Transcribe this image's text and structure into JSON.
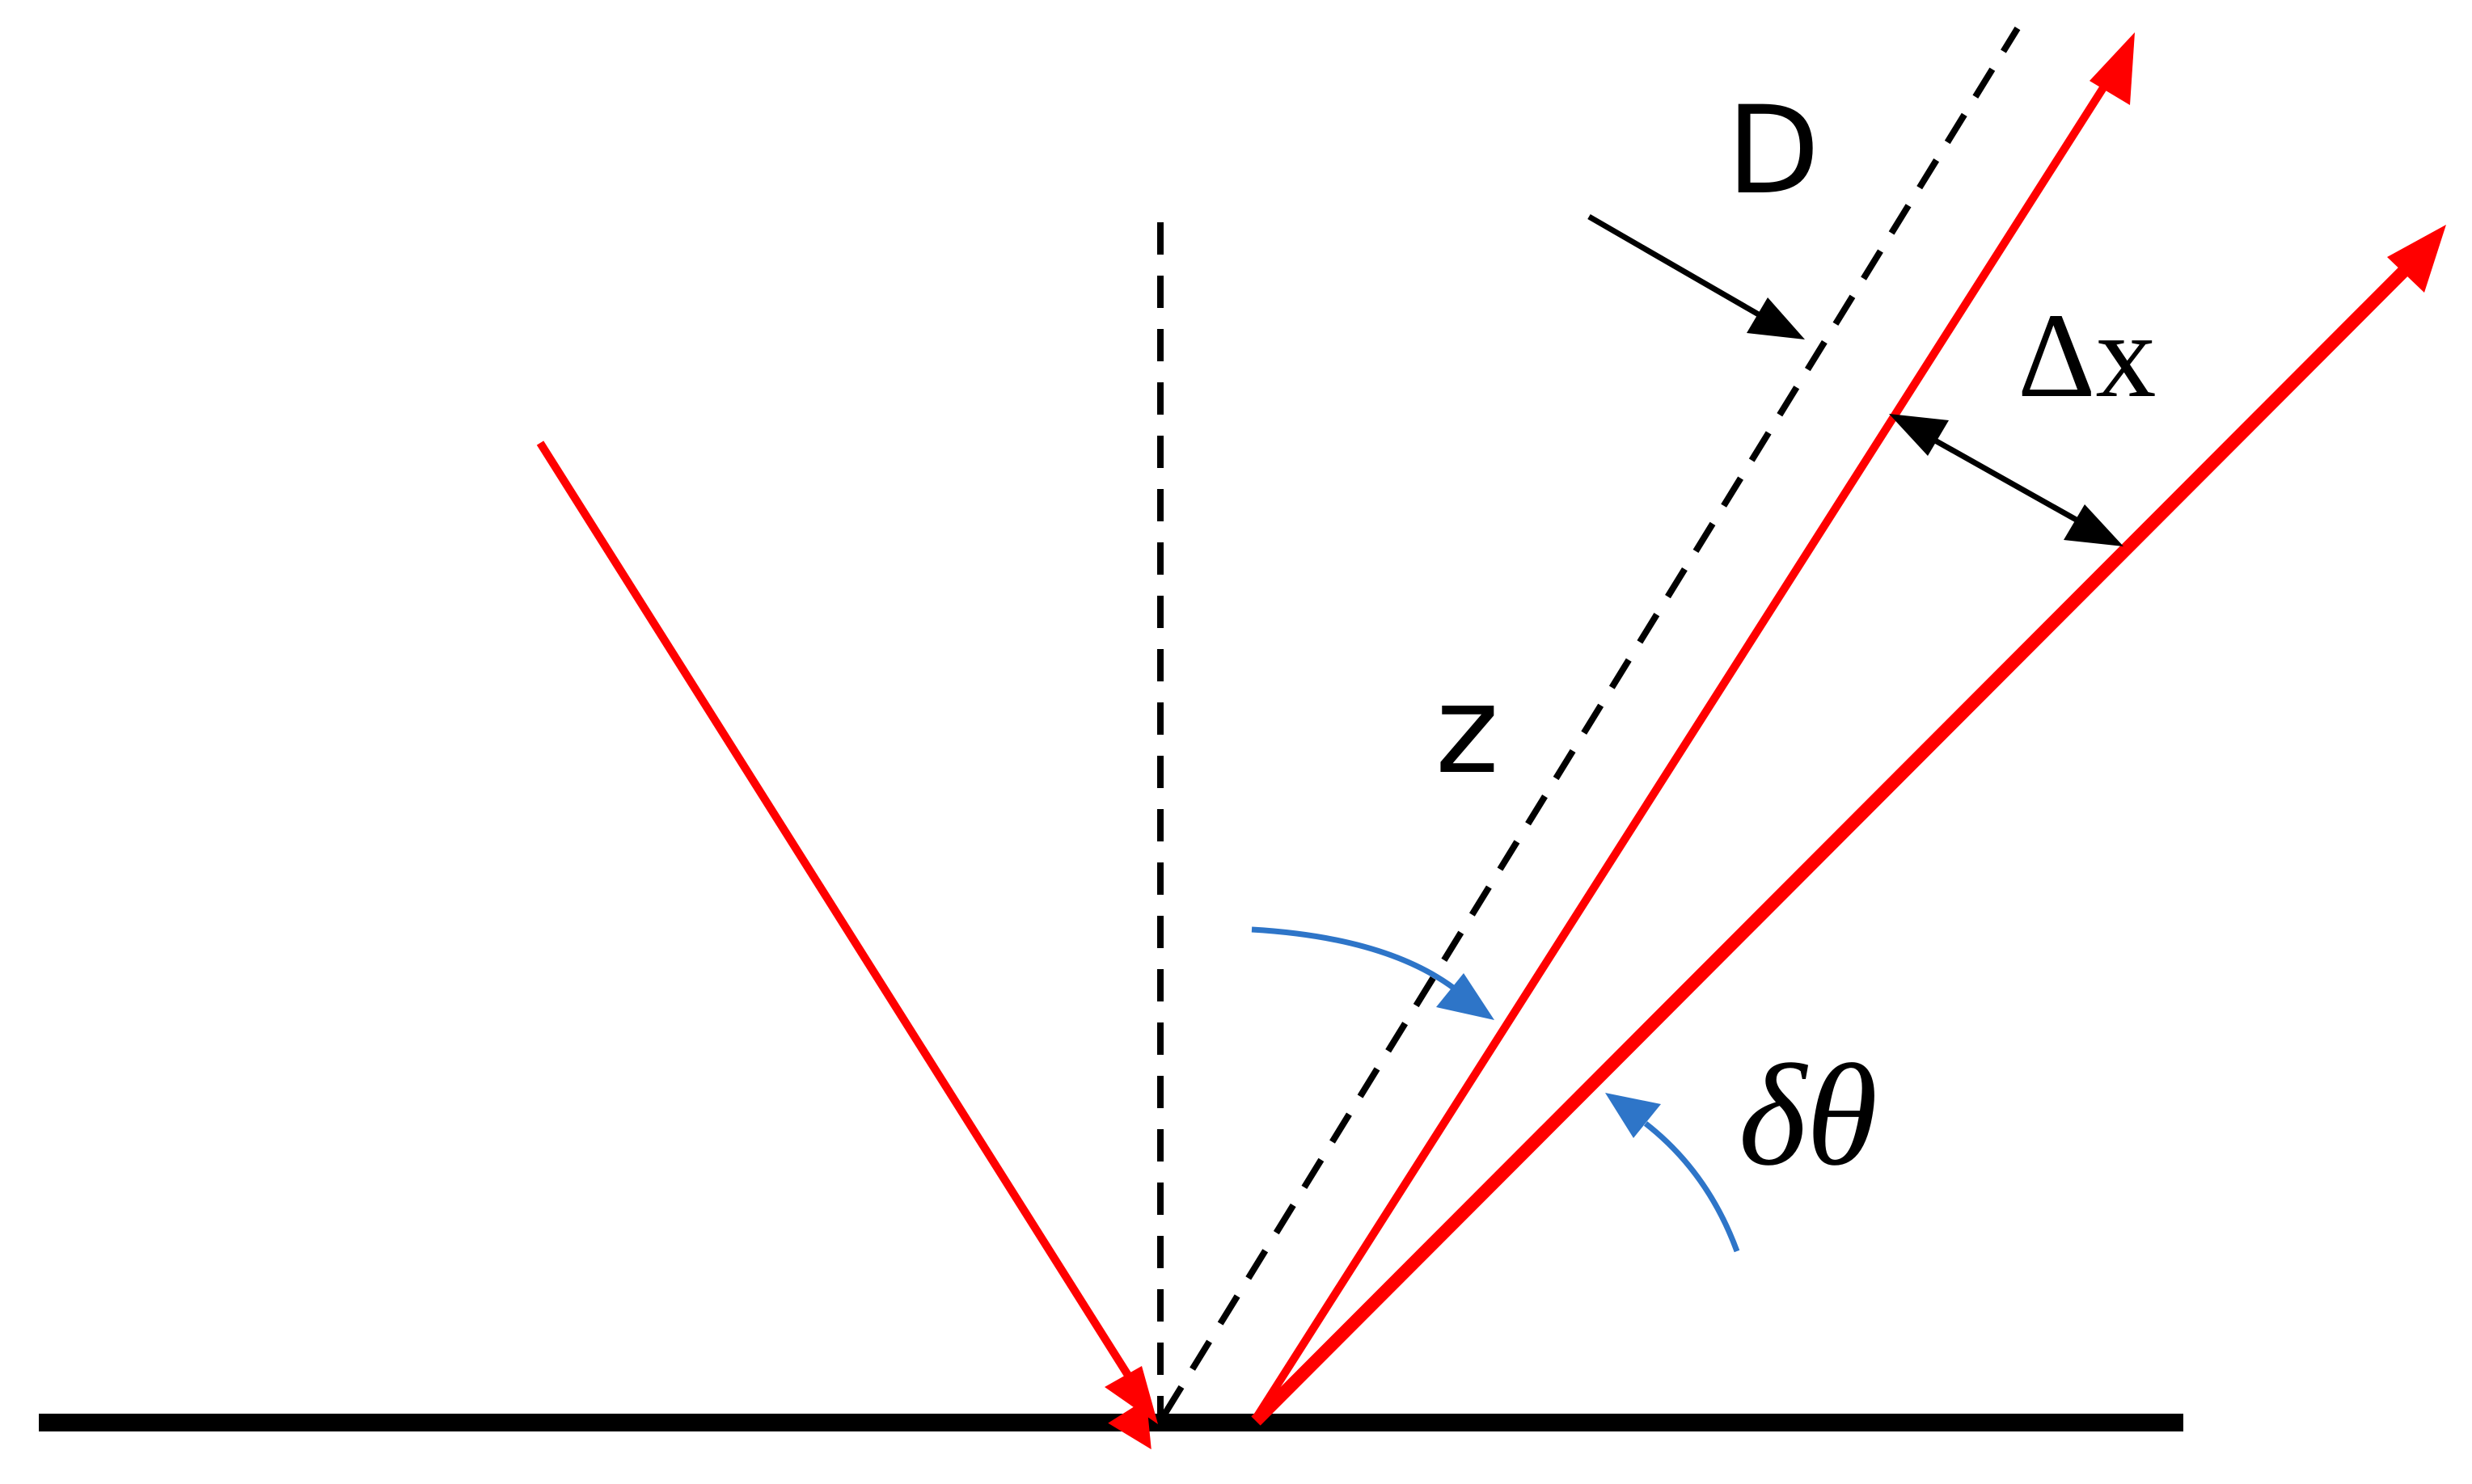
{
  "labels": {
    "distance": "D",
    "displacement": "Δx",
    "axis": "z",
    "angle_change": "δθ"
  },
  "colors": {
    "beam": "#ff0000",
    "surface": "#000000",
    "normal": "#000000",
    "angle_arrow": "#2e75c8",
    "dimension_arrow": "#000000"
  }
}
